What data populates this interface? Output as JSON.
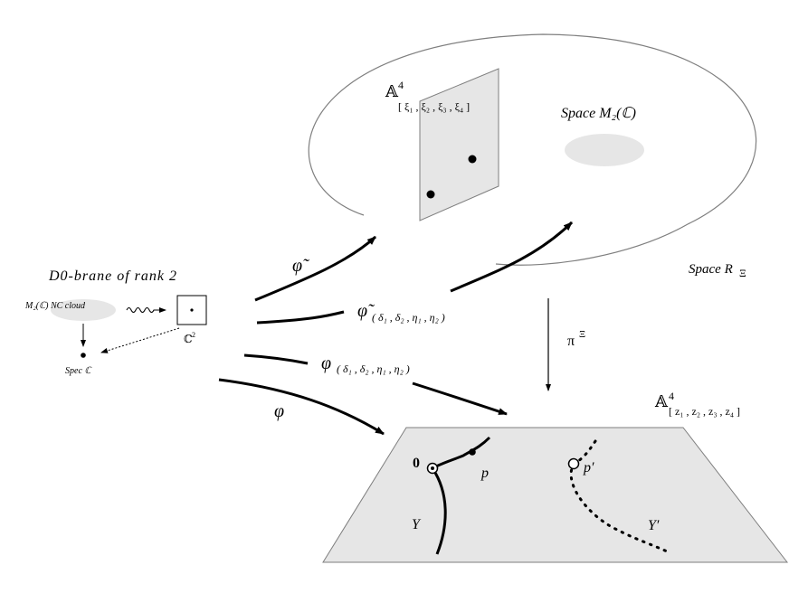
{
  "colors": {
    "fill_light": "#e6e6e6",
    "stroke_gray": "#7f7f7f",
    "ink": "#000000"
  },
  "labels": {
    "d0_title": "D0-brane of rank 2",
    "nc_cloud": "M₂(ℂ) NC cloud",
    "spec": "Spec ℂ",
    "c2": "ℂ",
    "c2_sup": "2",
    "space_m2": "Space M₂(ℂ)",
    "space_r": "Space R",
    "space_r_sub": "Ξ",
    "a4_top": "𝔸",
    "a4_top_sup": "4",
    "a4_top_sub": "[ ξ₁ , ξ₂ , ξ₃ , ξ₄ ]",
    "a4_bottom": "𝔸",
    "a4_bottom_sup": "4",
    "a4_bottom_sub": "[ z₁ , z₂ , z₃ , z₄ ]",
    "phi_tilde": "φ̃",
    "phi_tilde_sub_main": "φ̃",
    "phi_tilde_sub": "( δ₁ , δ₂ , η₁ , η₂ )",
    "phi_sub_main": "φ",
    "phi_sub": "( δ₁ , δ₂ , η₁ , η₂ )",
    "phi": "φ",
    "pi": "π",
    "pi_sup": "Ξ",
    "zero": "0",
    "p": "p",
    "p_prime": "p′",
    "Y": "Y",
    "Y_prime": "Y′"
  }
}
